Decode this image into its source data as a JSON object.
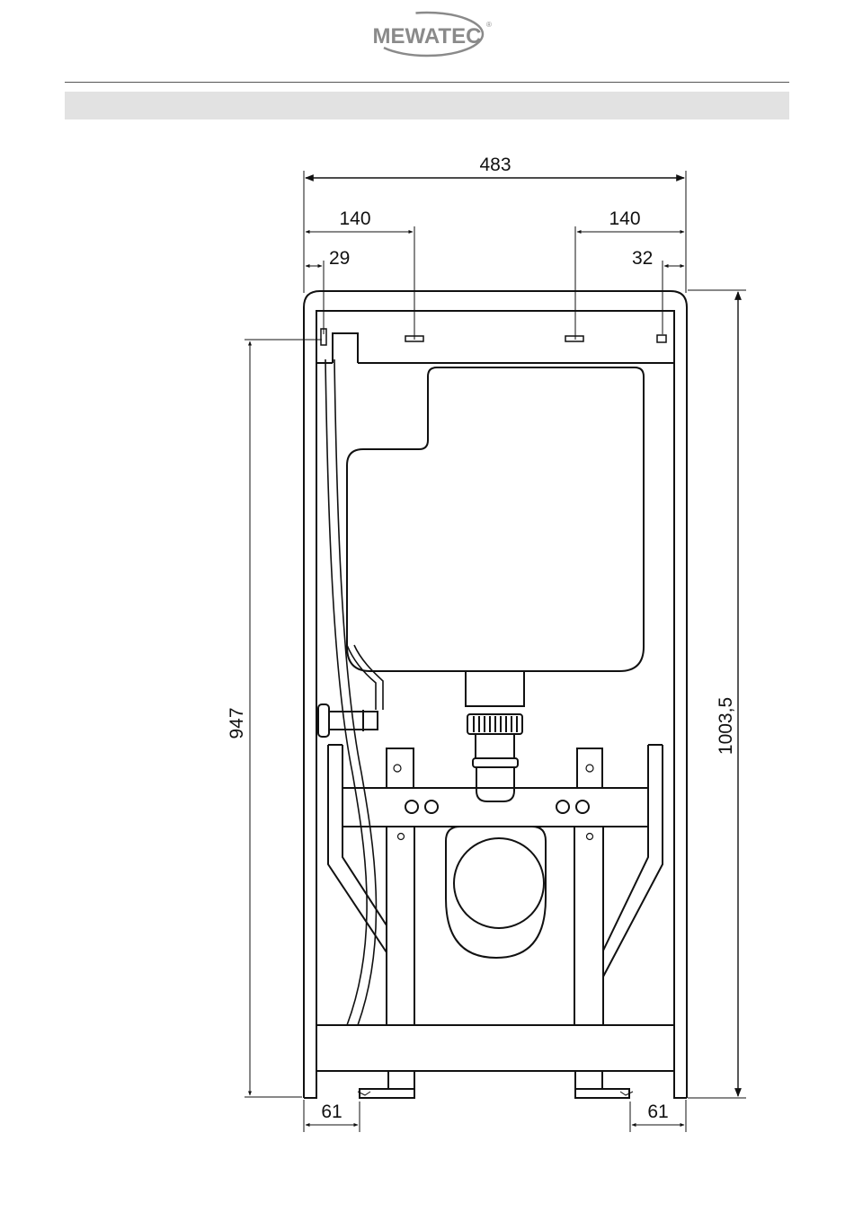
{
  "header": {
    "brand": "MEWATEC",
    "registered_mark": "®"
  },
  "section_title": "",
  "dimensions": {
    "total_width": "483",
    "left_offset": "140",
    "right_offset": "140",
    "left_edge": "29",
    "right_edge": "32",
    "height_inner": "947",
    "height_total": "1003,5",
    "foot_left": "61",
    "foot_right": "61"
  },
  "colors": {
    "line": "#111111",
    "logo_gray": "#8a8a8a",
    "band": "#e2e2e2"
  }
}
